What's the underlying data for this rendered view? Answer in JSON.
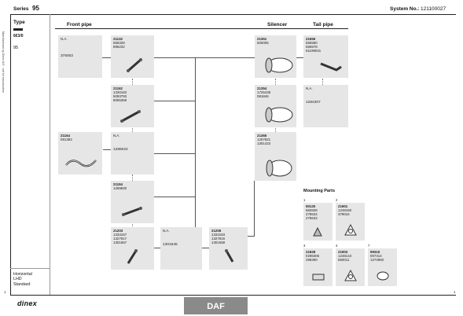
{
  "header": {
    "series_label": "Series",
    "series_value": "95",
    "system_label": "System No.:",
    "system_value": "121100027"
  },
  "type_panel": {
    "title": "Type",
    "code": "6€3/0",
    "value": "95",
    "footer_lines": [
      "Horizontal",
      "LHD",
      "Standard"
    ]
  },
  "columns": {
    "front_pipe": "Front pipe",
    "silencer": "Silencer",
    "tail_pipe": "Tail pipe"
  },
  "parts": {
    "na_1": {
      "id": "N.A.",
      "code": "375002"
    },
    "p21132": {
      "id": "21132",
      "refs": [
        "555328",
        "896232"
      ]
    },
    "p21162": {
      "id": "21162",
      "refs": [
        "1330183",
        "5093793",
        "8065369"
      ]
    },
    "p21164": {
      "id": "21164",
      "refs": [
        "091393"
      ]
    },
    "na_2": {
      "id": "N.A.",
      "code": "1286022"
    },
    "p21194": {
      "id": "21194",
      "refs": [
        "1269830"
      ]
    },
    "p21203": {
      "id": "21203",
      "refs": [
        "1333157",
        "1327917",
        "1301657"
      ]
    },
    "na_3": {
      "id": "N.A.",
      "code": "1301845"
    },
    "p21205": {
      "id": "21205",
      "refs": [
        "1333183",
        "1327816",
        "1301658"
      ]
    },
    "p21351": {
      "id": "21351",
      "refs": [
        "500005"
      ]
    },
    "p21354": {
      "id": "21354",
      "refs": [
        "1725438",
        "081846"
      ]
    },
    "p21365": {
      "id": "21365",
      "refs": [
        "1207921",
        "1301423"
      ]
    },
    "p21656": {
      "id": "21656",
      "refs": [
        "555580",
        "556578",
        "61199031"
      ]
    },
    "na_4": {
      "id": "N.A.",
      "code": "1284307"
    }
  },
  "mounting": {
    "title": "Mounting Parts",
    "items": [
      {
        "num": "1",
        "id": "90120",
        "refs": [
          "682608",
          "279634",
          "279633"
        ]
      },
      {
        "num": "2",
        "id": "21901",
        "refs": [
          "1248160",
          "379044"
        ]
      },
      {
        "num": "3",
        "id": "21828",
        "refs": [
          "0296306",
          "298390"
        ]
      },
      {
        "num": "4",
        "id": "21903",
        "refs": [
          "1248143",
          "550011"
        ]
      },
      {
        "num": "7",
        "id": "99315",
        "refs": [
          "007414",
          "1274960"
        ]
      }
    ]
  },
  "footer": {
    "brand": "dinex",
    "make": "DAF",
    "page_left": "1",
    "page_right": "1",
    "side_note": "Manufactured by Dinex A/S · not for reproduction"
  }
}
